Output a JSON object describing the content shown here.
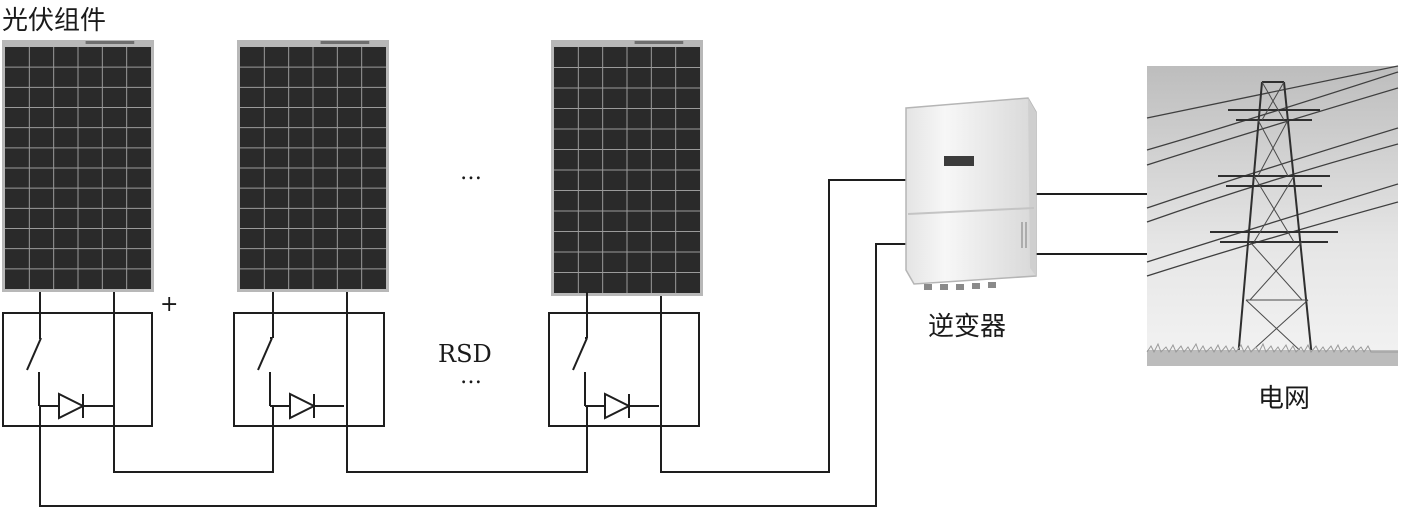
{
  "labels": {
    "pv_modules": "光伏组件",
    "rsd": "RSD",
    "ellipsis_panels": "…",
    "ellipsis_rsd": "…",
    "plus": "+",
    "inverter": "逆变器",
    "grid": "电网"
  },
  "colors": {
    "line": "#1e1e1e",
    "panel_frame": "#b8b8b8",
    "panel_cell": "#2a2a2a",
    "panel_grid": "#9a9a9a",
    "inverter_body": "#f1f1f1",
    "sky": "#dcdcdc",
    "tower": "#3a3a3a"
  },
  "components": {
    "panels": [
      {
        "id": "panel-1",
        "cols": 6,
        "rows": 12
      },
      {
        "id": "panel-2",
        "cols": 6,
        "rows": 12
      },
      {
        "id": "panel-3",
        "cols": 6,
        "rows": 12
      }
    ],
    "rsd_boxes": [
      {
        "id": "rsd-1",
        "contains": [
          "switch",
          "diode"
        ]
      },
      {
        "id": "rsd-2",
        "contains": [
          "switch",
          "diode"
        ]
      },
      {
        "id": "rsd-3",
        "contains": [
          "switch",
          "diode"
        ]
      }
    ]
  }
}
